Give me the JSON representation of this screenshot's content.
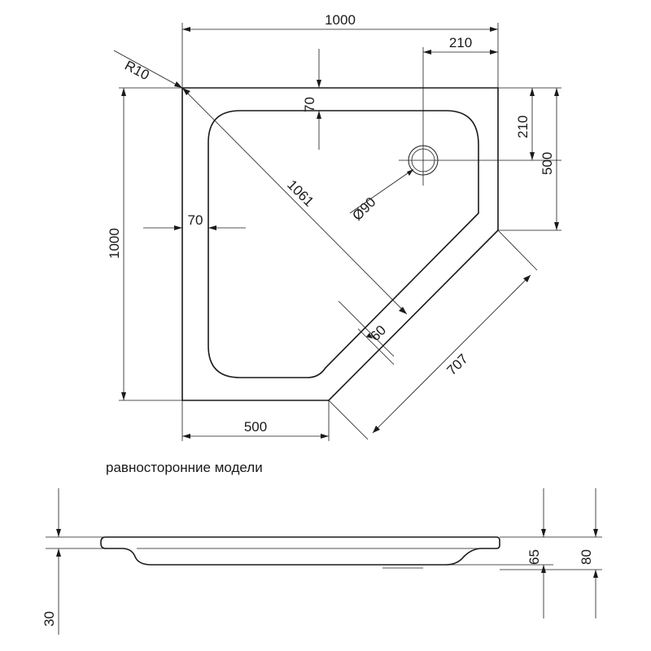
{
  "dimensions": {
    "top_width": "1000",
    "drain_offset_x": "210",
    "radius": "R10",
    "rim_top": "70",
    "drain_offset_y": "210",
    "side_height": "500",
    "diagonal": "1061",
    "drain_diameter": "Ø90",
    "rim_left": "70",
    "total_height": "1000",
    "rim_diagonal": "60",
    "bevel_length": "707",
    "bottom_width": "500",
    "profile_depth": "65",
    "profile_height": "80",
    "rim_thickness": "30"
  },
  "caption": "равносторонние модели"
}
